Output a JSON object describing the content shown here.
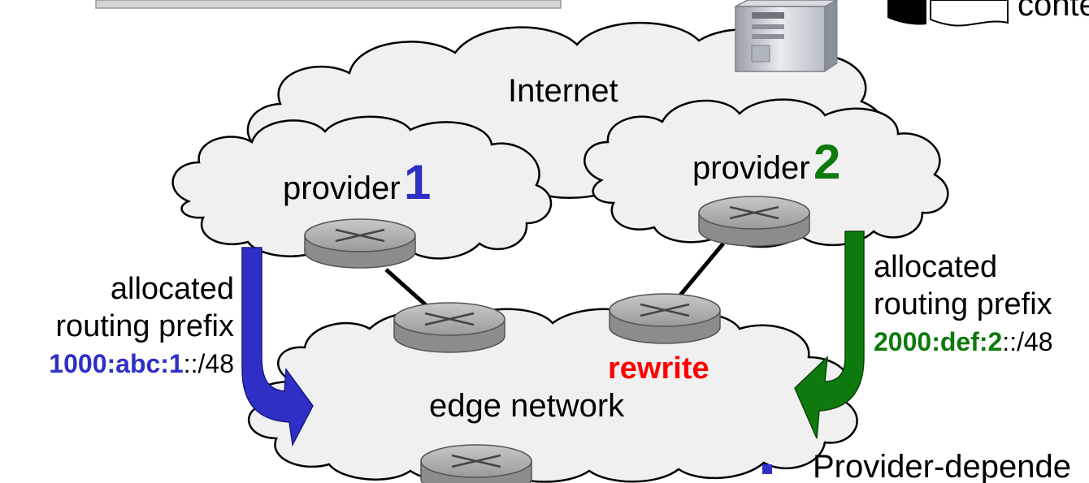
{
  "clouds": {
    "internet": "Internet",
    "provider1_prefix": "provider",
    "provider1_number": "1",
    "provider2_prefix": "provider",
    "provider2_number": "2",
    "edge": "edge network"
  },
  "allocation_left": {
    "line1": "allocated",
    "line2": "routing prefix",
    "prefix_bold": "1000:abc:1",
    "prefix_rest": "::/48"
  },
  "allocation_right": {
    "line1": "allocated",
    "line2": "routing prefix",
    "prefix_bold": "2000:def:2",
    "prefix_rest": "::/48"
  },
  "rewrite_label": "rewrite",
  "top_right_fragment": "conte",
  "bullet_fragment": "Provider-depende",
  "colors": {
    "provider1": "#2f2fc8",
    "provider2": "#0e7a0e",
    "rewrite": "#ff0000",
    "cloud_fill": "#f0f0f0",
    "router_fill": "#a6a6a6"
  }
}
